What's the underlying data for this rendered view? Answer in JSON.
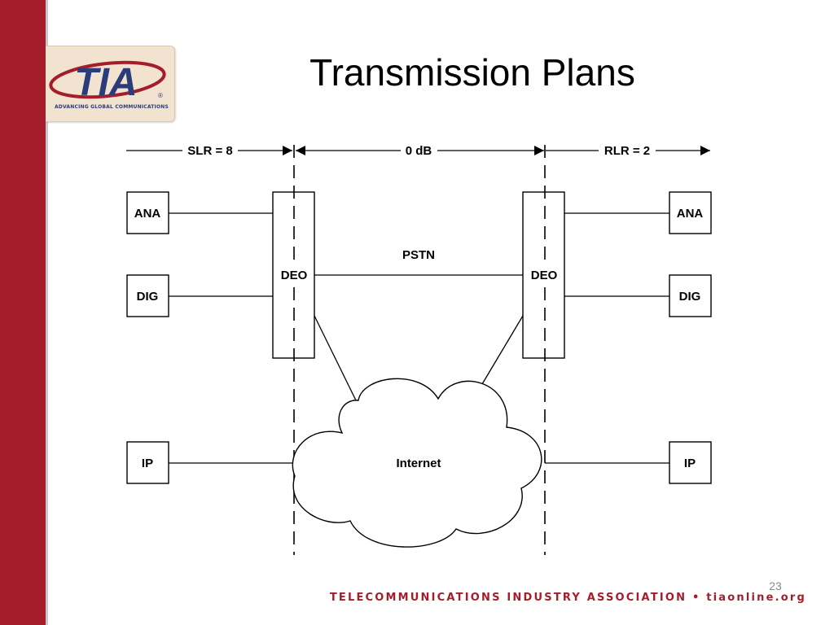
{
  "slide": {
    "title": "Transmission Plans",
    "page_number": "23",
    "footer": "TELECOMMUNICATIONS INDUSTRY ASSOCIATION • tiaonline.org"
  },
  "logo": {
    "text": "TIA",
    "registered": "®",
    "tagline": "ADVANCING GLOBAL COMMUNICATIONS"
  },
  "colors": {
    "brand_red": "#a51d2b",
    "logo_blue": "#2a3c7a",
    "logo_bg": "#f1e3cf"
  },
  "diagram": {
    "labels": {
      "slr": "SLR = 8",
      "zero_db": "0 dB",
      "rlr": "RLR = 2",
      "pstn": "PSTN",
      "internet": "Internet"
    },
    "left_nodes": [
      "ANA",
      "DIG",
      "IP"
    ],
    "right_nodes": [
      "ANA",
      "DIG",
      "IP"
    ],
    "left_office": "DEO",
    "right_office": "DEO"
  }
}
